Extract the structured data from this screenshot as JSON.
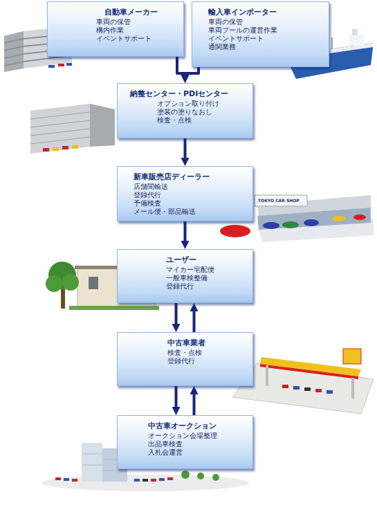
{
  "diagram": {
    "nodes": [
      {
        "text": [
          "自動車メーカー",
          "車両の保管",
          "構内作業",
          "イベントサポート"
        ]
      },
      {
        "text": [
          "輸入車インポーター",
          "車両の保管",
          "車両プールの運営作業",
          "イベントサポート",
          "通関業務"
        ]
      },
      {
        "text": [
          "納整センター・PDIセンター",
          "オプション取り付け",
          "塗装の塗りなおし",
          "検査・点検"
        ]
      },
      {
        "text": [
          "新車販売店ディーラー",
          "店舗間輸送",
          "登録代行",
          "予備検査",
          "メール便・部品輸送"
        ]
      },
      {
        "text": [
          "ユーザー",
          "マイカー宅配便",
          "一般車検整備",
          "登録代行"
        ]
      },
      {
        "text": [
          "中古車業者",
          "検査・点検",
          "登録代行"
        ]
      },
      {
        "text": [
          "中古車オークション",
          "オークション会場整理",
          "出品車検査",
          "入札会運営"
        ]
      }
    ],
    "edges": [
      {
        "from": 0,
        "to": 2,
        "arrow": "to"
      },
      {
        "from": 1,
        "to": 2,
        "arrow": "to"
      },
      {
        "from": 2,
        "to": 3,
        "arrow": "to"
      },
      {
        "from": 3,
        "to": 4,
        "arrow": "to"
      },
      {
        "from": 4,
        "to": 5,
        "arrow": "both"
      },
      {
        "from": 5,
        "to": 6,
        "arrow": "both"
      }
    ],
    "labels": [
      "TOKYO CAR SHOP"
    ]
  }
}
